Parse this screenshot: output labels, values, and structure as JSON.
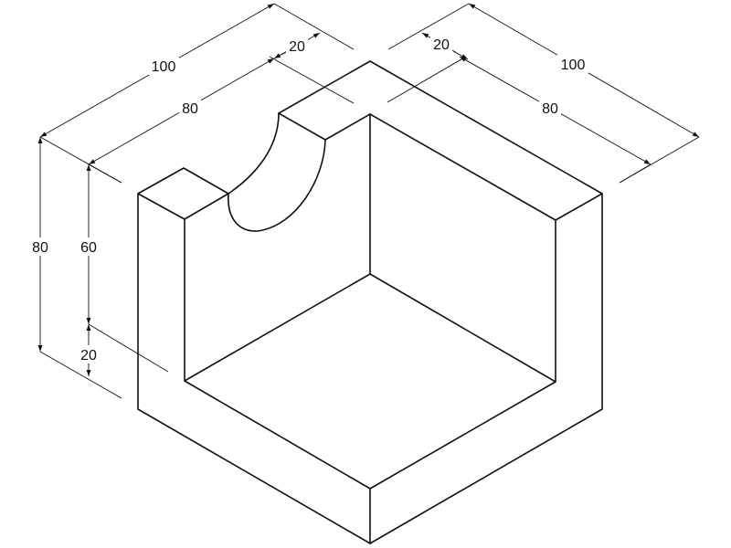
{
  "dimensions": {
    "left_overall_length": "100",
    "left_inner_length": "80",
    "left_wall_thickness": "20",
    "right_overall_length": "100",
    "right_inner_length": "80",
    "right_wall_thickness": "20",
    "overall_height": "80",
    "wall_height": "60",
    "base_thickness": "20"
  },
  "colors": {
    "line": "#111111",
    "background": "#ffffff"
  }
}
